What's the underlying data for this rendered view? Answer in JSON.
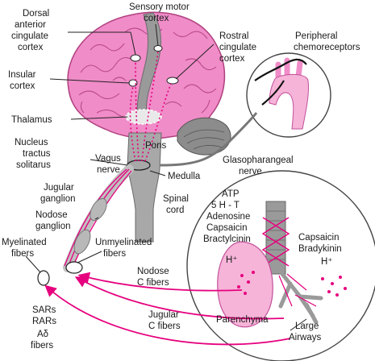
{
  "labels": {
    "sensory_motor_line1": "Sensory motor",
    "sensory_motor_line2": "cortex",
    "dorsal_line1": "Dorsal",
    "dorsal_line2": "anterior",
    "dorsal_line3": "cingulate",
    "dorsal_line4": "cortex",
    "rostral_line1": "Rostral",
    "rostral_line2": "cingulate",
    "rostral_line3": "cortex",
    "peripheral_line1": "Peripheral",
    "peripheral_line2": "chemoreceptors",
    "insular_line1": "Insular",
    "insular_line2": "cortex",
    "thalamus": "Thalamus",
    "pons": "Pons",
    "nts_line1": "Nucleus",
    "nts_line2": "tractus",
    "nts_line3": "solitarus",
    "vagus_line1": "Vagus",
    "vagus_line2": "nerve",
    "medulla": "Medulla",
    "glossopharyngeal_line1": "Glasopharangeal",
    "glossopharyngeal_line2": "nerve",
    "jugular_ganglion_line1": "Jugular",
    "jugular_ganglion_line2": "ganglion",
    "nodose_ganglion_line1": "Nodose",
    "nodose_ganglion_line2": "ganglion",
    "spinal_line1": "Spinal",
    "spinal_line2": "cord",
    "myelinated_line1": "Myelinated",
    "myelinated_line2": "fibers",
    "unmyelinated_line1": "Unmyelinated",
    "unmyelinated_line2": "fibers",
    "nodose_c_line1": "Nodose",
    "nodose_c_line2": "C fibers",
    "jugular_c_line1": "Jugular",
    "jugular_c_line2": "C fibers",
    "sars": "SARs",
    "rars": "RARs",
    "adelta": "Aδ",
    "adelta_fibers": "fibers",
    "parenchyma": "Parenchyma",
    "large_airways_line1": "Large",
    "large_airways_line2": "Airways"
  },
  "stimuli_left": [
    "ATP",
    "5 H - T",
    "Adenosine",
    "Capsaicin",
    "Bractylcinin",
    "H⁺"
  ],
  "stimuli_right": [
    "Capsaicin",
    "Bradykinin",
    "H⁺"
  ],
  "colors": {
    "brain_pink": "#f08cc8",
    "brain_outline": "#b0407e",
    "nerve_magenta": "#e6007e",
    "stem_gray": "#9a9a9a",
    "lung_pink": "#f6b4d8"
  }
}
